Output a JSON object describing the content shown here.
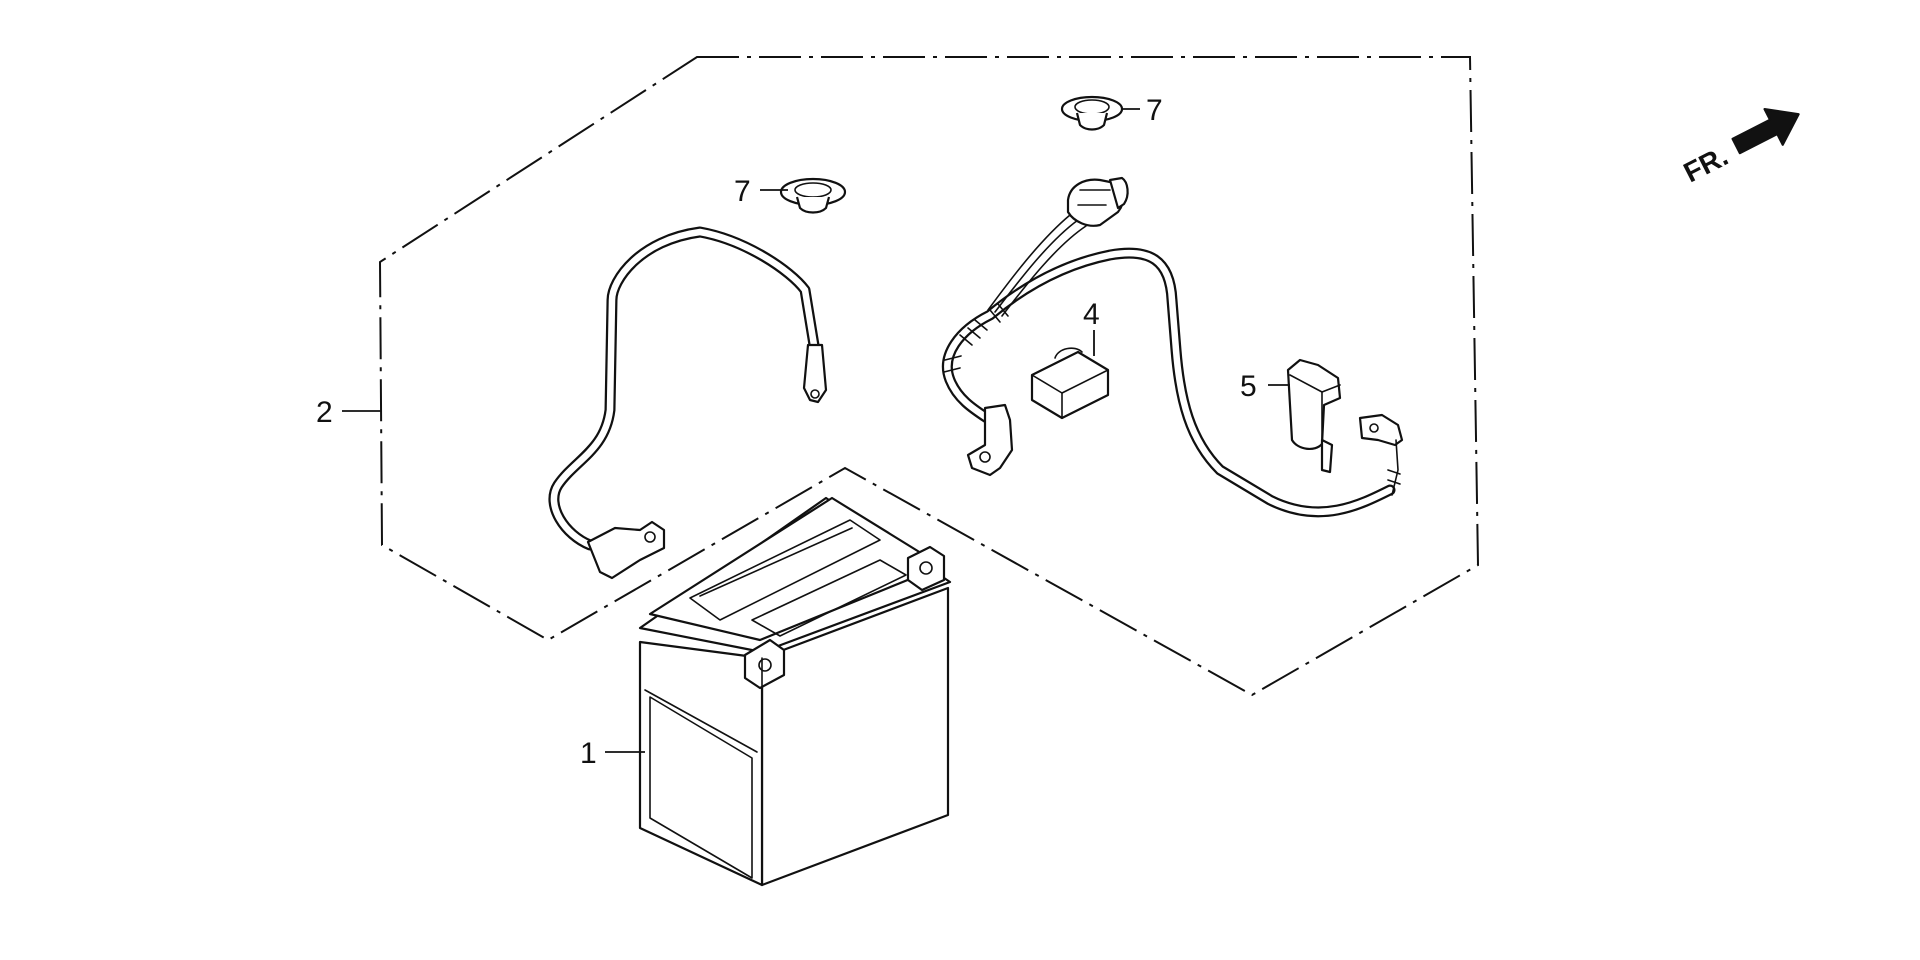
{
  "diagram": {
    "callouts": [
      {
        "id": "1",
        "text": "1"
      },
      {
        "id": "2",
        "text": "2"
      },
      {
        "id": "4",
        "text": "4"
      },
      {
        "id": "5",
        "text": "5"
      },
      {
        "id": "7a",
        "text": "7"
      },
      {
        "id": "7b",
        "text": "7"
      }
    ],
    "direction_label": "FR.",
    "icons": {
      "direction": "front-direction-arrow-icon",
      "battery": "battery-icon",
      "negative_cable": "battery-negative-cable-icon",
      "positive_cable": "battery-positive-cable-icon",
      "grommet": "grommet-icon",
      "fuse_holder": "fuse-holder-icon",
      "terminal_cover": "terminal-cover-icon"
    }
  }
}
